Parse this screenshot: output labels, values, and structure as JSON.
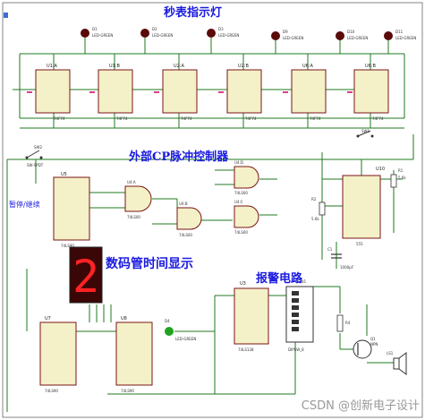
{
  "titles": {
    "seconds": "秒表指示灯",
    "cp": "外部CP脉冲控制器",
    "display": "数码管时间显示",
    "alarm": "报警电路",
    "toggle": "暂停/继续"
  },
  "leds": [
    {
      "ref": "D1",
      "model": "LED-GREEN"
    },
    {
      "ref": "D2",
      "model": "LED-GREEN"
    },
    {
      "ref": "D3",
      "model": "LED-GREEN"
    },
    {
      "ref": "D9",
      "model": "LED-GREEN"
    },
    {
      "ref": "D10",
      "model": "LED-GREEN"
    },
    {
      "ref": "D11",
      "model": "LED-GREEN"
    }
  ],
  "flipflops": [
    {
      "ref": "U1:A",
      "model": "74F74"
    },
    {
      "ref": "U1:B",
      "model": "74F74"
    },
    {
      "ref": "U2:A",
      "model": "74F74"
    },
    {
      "ref": "U2:B",
      "model": "74F74"
    },
    {
      "ref": "U6:A",
      "model": "74F74"
    },
    {
      "ref": "U6:B",
      "model": "74F74"
    }
  ],
  "switches": {
    "sw2": "SW2",
    "sw2_model": "SW-SPDT",
    "sw1": "SW1"
  },
  "gates": [
    {
      "ref": "U4:D",
      "model": "74LS00"
    },
    {
      "ref": "U4:A",
      "model": "74LS00"
    },
    {
      "ref": "U4:B",
      "model": "74LS00"
    },
    {
      "ref": "U4:C",
      "model": "74LS00"
    }
  ],
  "timer": {
    "ref": "U10",
    "model": "555",
    "r1": "R1",
    "r1_val": "5.6k",
    "r2": "R2",
    "r2_val": "5.6k",
    "c": "C1",
    "c_val": "1000pF"
  },
  "counters": [
    {
      "ref": "U5",
      "model": "74LS90"
    },
    {
      "ref": "U7",
      "model": "74LS90"
    },
    {
      "ref": "U8",
      "model": "74LS90"
    }
  ],
  "display": {
    "digit": "2"
  },
  "alarm": {
    "ref": "U3",
    "model": "74LS138",
    "dip": "DSW1",
    "dip_model": "DIPSW_8",
    "r4": "R4",
    "q1": "Q1",
    "q1_model": "NPN",
    "speaker": "LS1"
  },
  "led4": {
    "ref": "D4",
    "model": "LED-GREEN"
  },
  "watermark": "CSDN @创新电子设计"
}
